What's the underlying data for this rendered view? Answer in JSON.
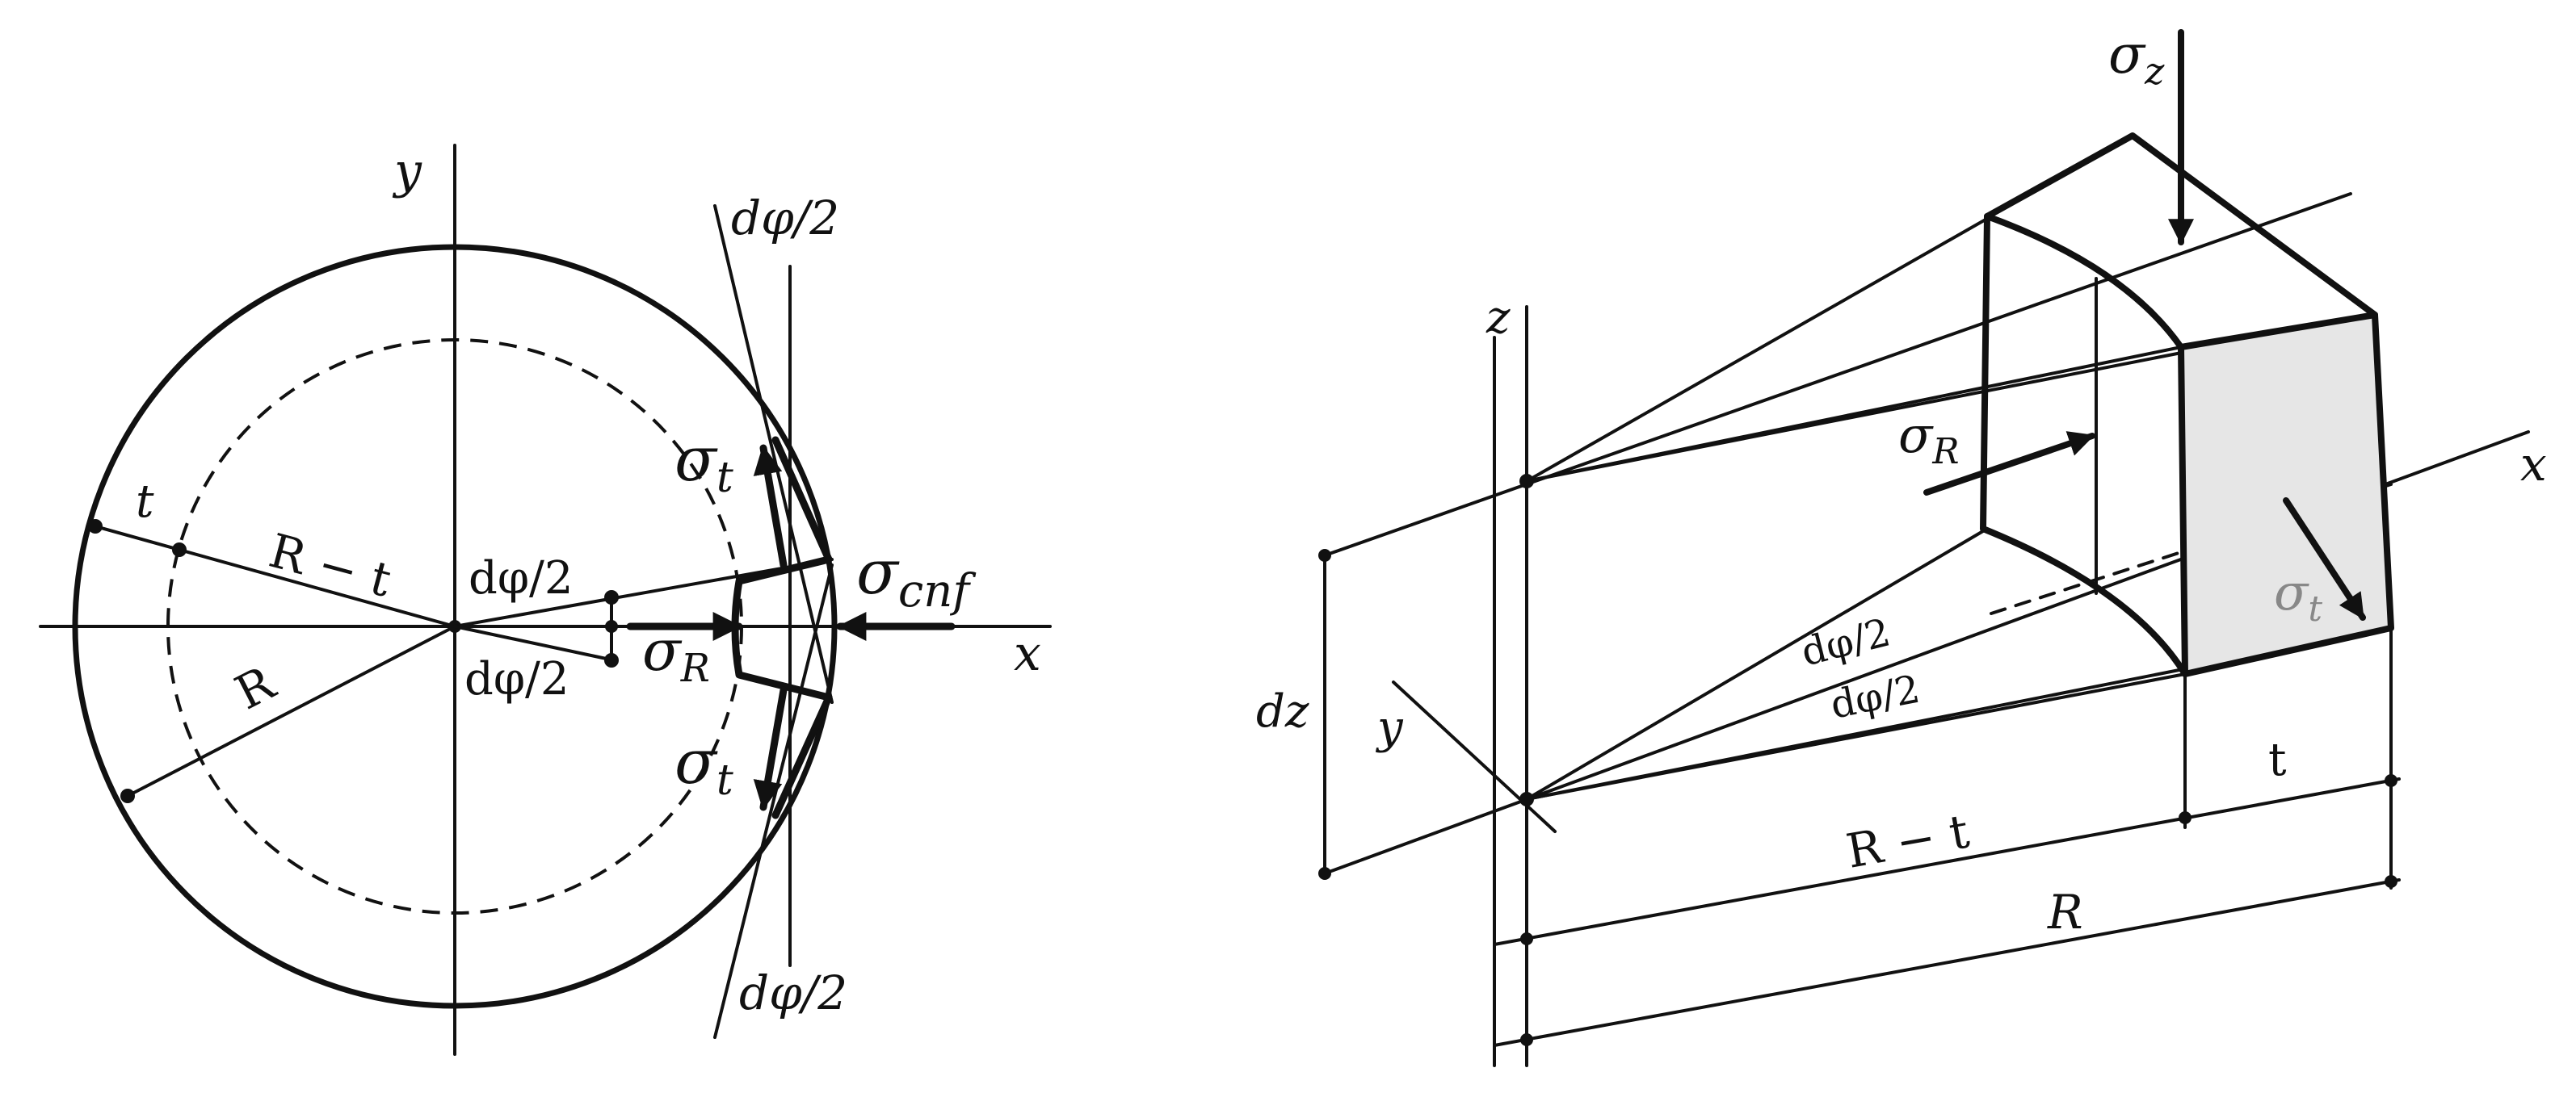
{
  "left_figure": {
    "labels": {
      "y_axis": "y",
      "x_axis": "x",
      "angle_top": "dφ/2",
      "angle_bottom": "dφ/2",
      "angle_center_upper": "dφ/2",
      "angle_center_lower": "dφ/2",
      "sigma_t_upper": "σ",
      "sigma_t_upper_sub": "t",
      "sigma_t_lower": "σ",
      "sigma_t_lower_sub": "t",
      "sigma_R": "σ",
      "sigma_R_sub": "R",
      "sigma_cnf": "σ",
      "sigma_cnf_sub": "cnf",
      "thickness": "t",
      "inner_radius": "R − t",
      "outer_radius": "R"
    }
  },
  "right_figure": {
    "labels": {
      "z_axis": "z",
      "x_axis": "x",
      "y_axis": "y",
      "sigma_z": "σ",
      "sigma_z_sub": "z",
      "sigma_R": "σ",
      "sigma_R_sub": "R",
      "sigma_t": "σ",
      "sigma_t_sub": "t",
      "angle_upper": "dφ/2",
      "angle_lower": "dφ/2",
      "height": "dz",
      "thickness": "t",
      "inner_radius": "R − t",
      "outer_radius": "R"
    },
    "colors": {
      "outer_face_fill": "#e6e6e6"
    }
  },
  "colors": {
    "ink": "#111111",
    "background": "#ffffff"
  }
}
